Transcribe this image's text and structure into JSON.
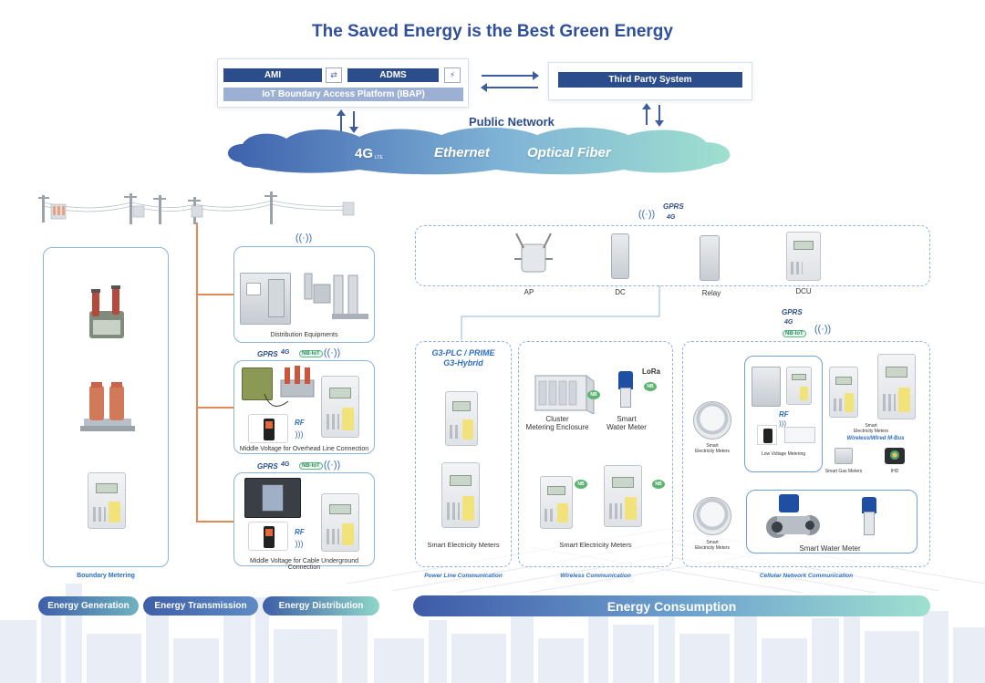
{
  "title": "The Saved Energy is the Best Green Energy",
  "platform": {
    "ami": "AMI",
    "adms": "ADMS",
    "ibap": "IoT Boundary Access Platform (IBAP)",
    "third_party": "Third Party System"
  },
  "network": {
    "label": "Public Network",
    "cloud": [
      "4G",
      "Ethernet",
      "Optical Fiber"
    ],
    "lte": "LTE"
  },
  "boundary": {
    "label": "Boundary Metering"
  },
  "transmission": {
    "distribution_equipments": "Distribution Equipments",
    "overhead": "Middle Voltage for Overhead Line Connection",
    "underground": "Middle Voltage for Cable Underground Connection",
    "gprs": "GPRS",
    "rf": "RF",
    "nbiot": "NB-IoT"
  },
  "consumption": {
    "gprs_top": "GPRS",
    "devices": [
      "AP",
      "DC",
      "Relay",
      "DCU"
    ],
    "plc": {
      "title_line1": "G3-PLC / PRIME",
      "title_line2": "G3-Hybrid",
      "meter_label": "Smart Electricity Meters",
      "footer": "Power Line Communication"
    },
    "wireless": {
      "cluster_line1": "Cluster",
      "cluster_line2": "Metering Enclosure",
      "water_line1": "Smart",
      "water_line2": "Water Meter",
      "lora": "LoRa",
      "meter_label": "Smart Electricity Meters",
      "footer": "Wireless  Communication"
    },
    "cellular": {
      "gprs": "GPRS",
      "smart_meters_line1": "Smart",
      "smart_meters_line2": "Electricity Meters",
      "low_voltage": "Low Voltage Metering",
      "rf": "RF",
      "mbus": "Wireless/Wired M-Bus",
      "gas": "Smart Gas Meters",
      "ihd": "IHD",
      "water_meter": "Smart Water Meter",
      "footer": "Cellular Network Communication"
    }
  },
  "stages": {
    "generation": "Energy Generation",
    "transmission": "Energy Transmission",
    "distribution": "Energy Distribution",
    "consumption": "Energy Consumption"
  },
  "colors": {
    "navy": "#2c4d8c",
    "accent_blue": "#2c6dbf",
    "orange_line": "#e08a5a",
    "mint": "#8fd6c8"
  }
}
